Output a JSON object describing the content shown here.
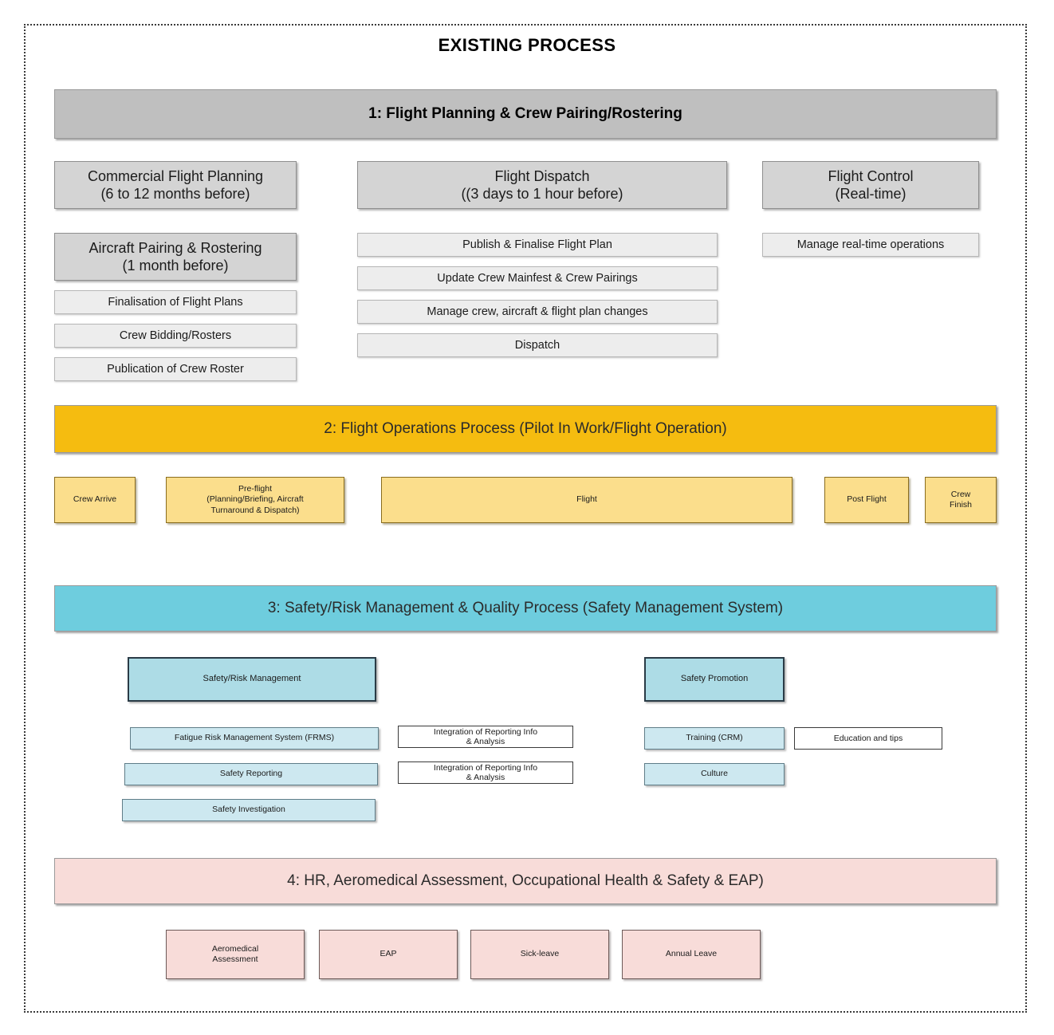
{
  "title": "EXISTING PROCESS",
  "sections": [
    {
      "id": "section-1",
      "band_label": "1: Flight Planning & Crew Pairing/Rostering",
      "band_color": "#bfbfbf",
      "columns": [
        {
          "headers": [
            "Commercial Flight Planning\n(6 to 12 months before)",
            "Aircraft Pairing & Rostering\n(1 month before)"
          ],
          "items": [
            "Finalisation of Flight Plans",
            "Crew Bidding/Rosters",
            "Publication of Crew Roster"
          ]
        },
        {
          "headers": [
            "Flight Dispatch\n((3 days to 1 hour before)"
          ],
          "items": [
            "Publish & Finalise Flight Plan",
            "Update Crew Mainfest & Crew Pairings",
            "Manage crew, aircraft & flight plan changes",
            "Dispatch"
          ]
        },
        {
          "headers": [
            "Flight Control\n(Real-time)"
          ],
          "items": [
            "Manage real-time operations"
          ]
        }
      ]
    },
    {
      "id": "section-2",
      "band_label": "2: Flight Operations Process (Pilot In Work/Flight Operation)",
      "band_color": "#f5bc10",
      "items": [
        "Crew Arrive",
        "Pre-flight\n(Planning/Briefing, Aircraft\nTurnaround & Dispatch)",
        "Flight",
        "Post Flight",
        "Crew\nFinish"
      ]
    },
    {
      "id": "section-3",
      "band_label": "3: Safety/Risk Management & Quality Process (Safety Management System)",
      "band_color": "#6ecdde",
      "groups": [
        {
          "title": "Safety/Risk Management",
          "items": [
            "Fatigue Risk Management System (FRMS)",
            "Safety Reporting",
            "Safety Investigation"
          ]
        },
        {
          "title": "Safety Promotion",
          "items": [
            "Training (CRM)",
            "Culture"
          ]
        }
      ],
      "middle_items": [
        "Integration of Reporting Info\n& Analysis",
        "Integration of Reporting Info\n& Analysis"
      ],
      "right_items": [
        "Education and tips"
      ]
    },
    {
      "id": "section-4",
      "band_label": "4: HR, Aeromedical Assessment, Occupational Health & Safety & EAP)",
      "band_color": "#f8dcd9",
      "items": [
        "Aeromedical\nAssessment",
        "EAP",
        "Sick-leave",
        "Annual Leave"
      ]
    }
  ]
}
